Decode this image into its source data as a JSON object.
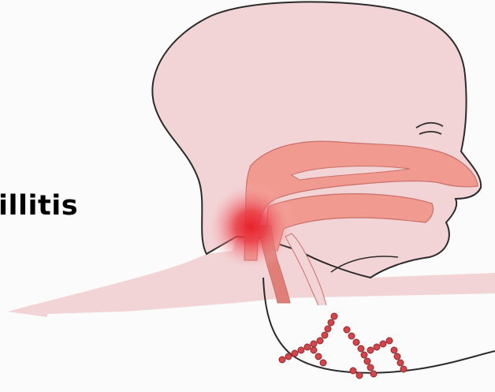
{
  "caption": {
    "text": "illitis"
  },
  "colors": {
    "background": "#fbfbfb",
    "skin": "#f3d4d6",
    "airway": "#f19a90",
    "airway_dark": "#e07f78",
    "outline": "#2b2b2b",
    "inflammation": "#e8202a",
    "bacteria": "#d3454a"
  },
  "icons": [
    "head-profile-illustration",
    "throat-inflammation-spot",
    "streptococcus-chain-icon"
  ]
}
